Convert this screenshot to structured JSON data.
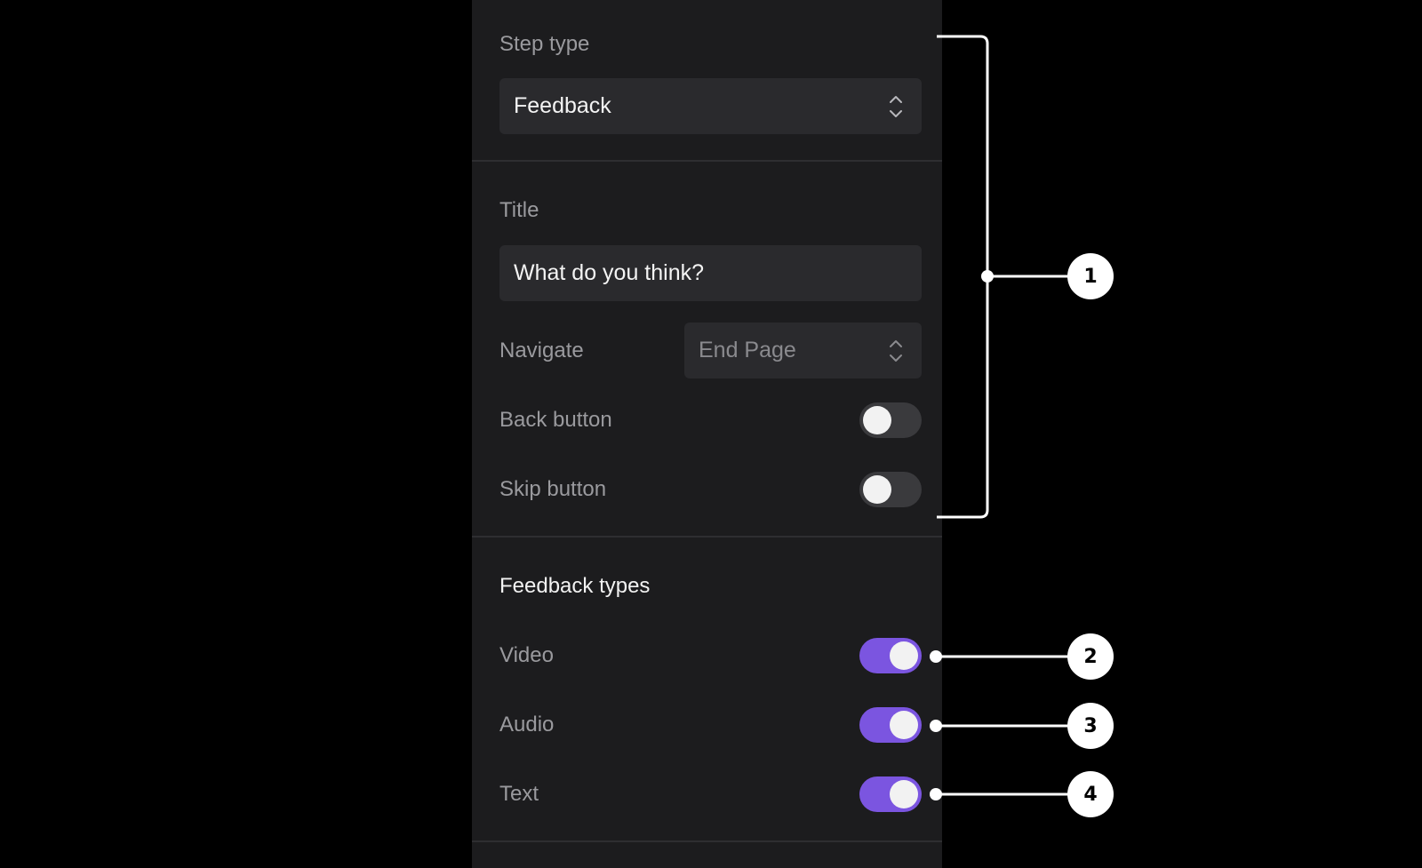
{
  "step_type": {
    "label": "Step type",
    "value": "Feedback"
  },
  "title": {
    "label": "Title",
    "value": "What do you think?"
  },
  "navigate": {
    "label": "Navigate",
    "value": "End Page"
  },
  "back_button": {
    "label": "Back button",
    "enabled": false
  },
  "skip_button": {
    "label": "Skip button",
    "enabled": false
  },
  "feedback_types": {
    "title": "Feedback types",
    "video": {
      "label": "Video",
      "enabled": true
    },
    "audio": {
      "label": "Audio",
      "enabled": true
    },
    "text": {
      "label": "Text",
      "enabled": true
    }
  },
  "callouts": [
    "1",
    "2",
    "3",
    "4"
  ],
  "colors": {
    "panel_bg": "#1c1c1e",
    "field_bg": "#2a2a2d",
    "toggle_on": "#7b55e0",
    "toggle_off": "#3a3a3d",
    "annotation": "#ffffff"
  }
}
